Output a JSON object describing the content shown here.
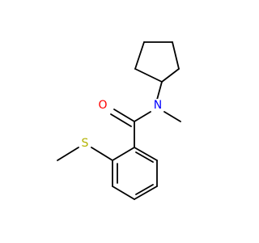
{
  "molecule": {
    "background": "#ffffff",
    "bond_color": "#000000",
    "atoms": {
      "O": {
        "symbol": "O",
        "color": "#ff0000"
      },
      "N": {
        "symbol": "N",
        "color": "#0000ff"
      },
      "S": {
        "symbol": "S",
        "color": "#b2b200"
      }
    }
  }
}
